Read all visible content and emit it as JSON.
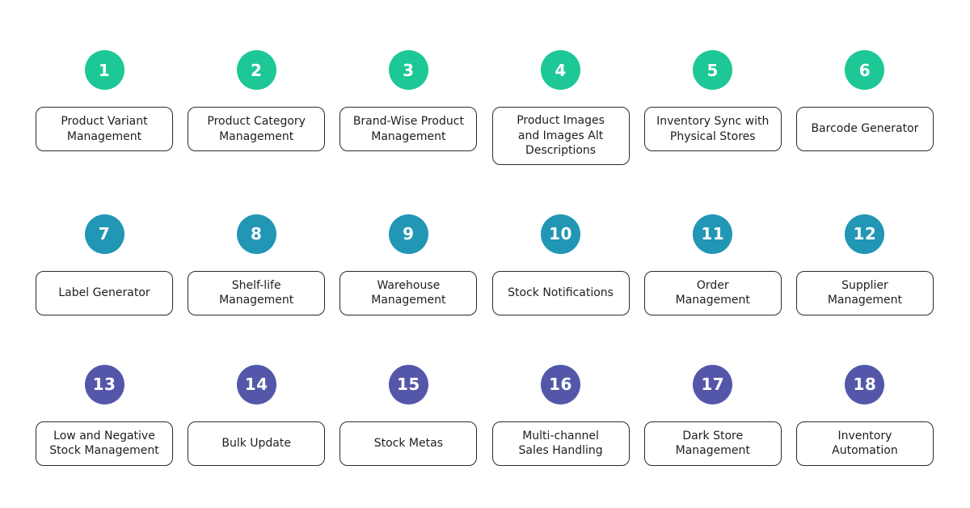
{
  "page": {
    "background": "#ffffff",
    "card_border": "#2b2b2b",
    "label_color": "#1e1e1e"
  },
  "badge_colors": {
    "row1": "#1dc796",
    "row2": "#2196b5",
    "row3": "#5457a9"
  },
  "items": [
    {
      "num": "1",
      "label": "Product Variant\nManagement",
      "color": "#1dc796"
    },
    {
      "num": "2",
      "label": "Product Category\nManagement",
      "color": "#1dc796"
    },
    {
      "num": "3",
      "label": "Brand-Wise Product\nManagement",
      "color": "#1dc796"
    },
    {
      "num": "4",
      "label": "Product Images\nand Images Alt\nDescriptions",
      "color": "#1dc796"
    },
    {
      "num": "5",
      "label": "Inventory Sync with\nPhysical Stores",
      "color": "#1dc796"
    },
    {
      "num": "6",
      "label": "Barcode Generator",
      "color": "#1dc796"
    },
    {
      "num": "7",
      "label": "Label Generator",
      "color": "#2196b5"
    },
    {
      "num": "8",
      "label": "Shelf-life\nManagement",
      "color": "#2196b5"
    },
    {
      "num": "9",
      "label": "Warehouse\nManagement",
      "color": "#2196b5"
    },
    {
      "num": "10",
      "label": "Stock Notifications",
      "color": "#2196b5"
    },
    {
      "num": "11",
      "label": "Order\nManagement",
      "color": "#2196b5"
    },
    {
      "num": "12",
      "label": "Supplier\nManagement",
      "color": "#2196b5"
    },
    {
      "num": "13",
      "label": "Low and Negative\nStock Management",
      "color": "#5457a9"
    },
    {
      "num": "14",
      "label": "Bulk Update",
      "color": "#5457a9"
    },
    {
      "num": "15",
      "label": "Stock Metas",
      "color": "#5457a9"
    },
    {
      "num": "16",
      "label": "Multi-channel\nSales Handling",
      "color": "#5457a9"
    },
    {
      "num": "17",
      "label": "Dark Store\nManagement",
      "color": "#5457a9"
    },
    {
      "num": "18",
      "label": "Inventory\nAutomation",
      "color": "#5457a9"
    }
  ]
}
